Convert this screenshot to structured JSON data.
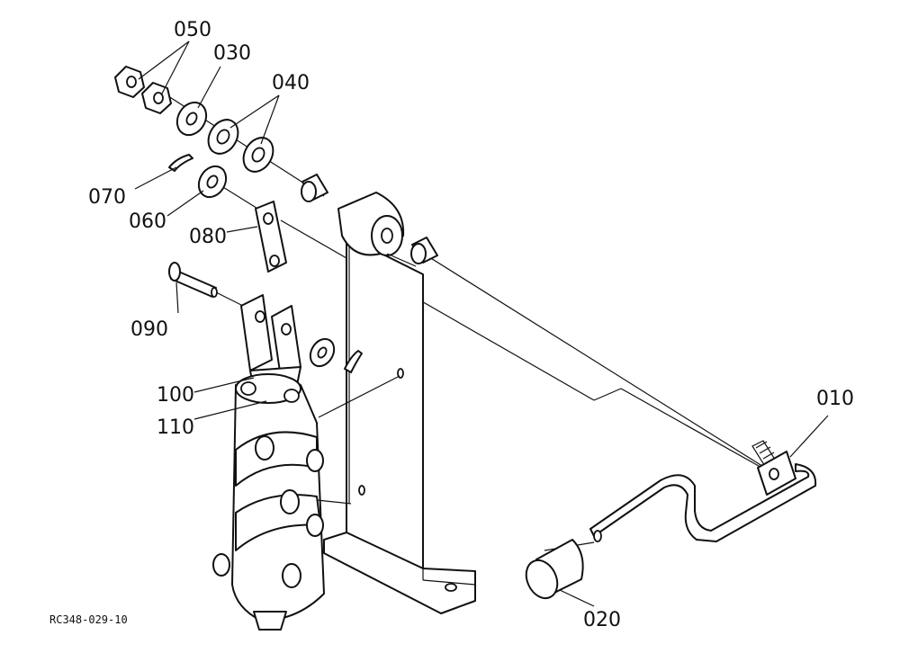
{
  "diagram": {
    "drawing_code": "RC348-029-10",
    "callouts": {
      "c010": "010",
      "c020": "020",
      "c030": "030",
      "c040": "040",
      "c050": "050",
      "c060": "060",
      "c070": "070",
      "c080": "080",
      "c090": "090",
      "c100": "100",
      "c110": "110"
    }
  }
}
